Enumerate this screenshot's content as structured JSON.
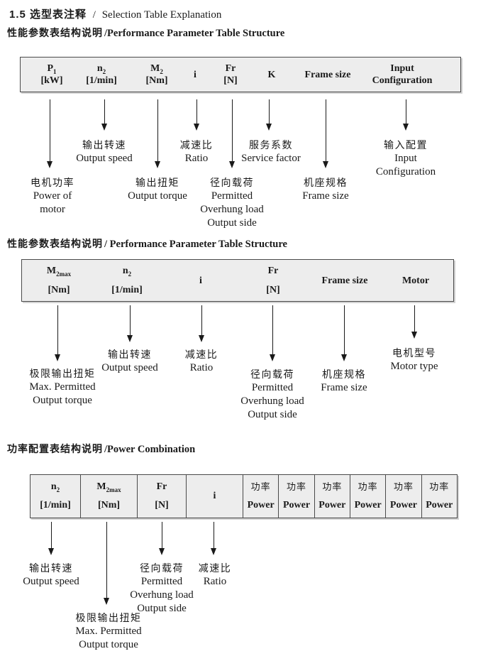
{
  "title": {
    "zh": "1.5 选型表注释",
    "sep": "/",
    "en": "Selection Table Explanation"
  },
  "sections": [
    {
      "heading_zh": "性能参数表结构说明",
      "heading_en": "/Performance Parameter Table Structure",
      "table": [
        {
          "sym": "P",
          "sub": "1",
          "unit": "[kW]"
        },
        {
          "sym": "n",
          "sub": "2",
          "unit": "[1/min]"
        },
        {
          "sym": "M",
          "sub": "2",
          "unit": "[Nm]"
        },
        {
          "sym": "i"
        },
        {
          "sym": "Fr",
          "unit": "[N]"
        },
        {
          "sym": "K"
        },
        {
          "sym": "Frame size"
        },
        {
          "sym": "Input",
          "unit": "Configuration"
        }
      ],
      "labels": [
        {
          "zh": "输出转速",
          "en1": "Output speed"
        },
        {
          "zh": "减速比",
          "en1": "Ratio"
        },
        {
          "zh": "服务系数",
          "en1": "Service factor"
        },
        {
          "zh": "输入配置",
          "en1": "Input",
          "en2": "Configuration"
        },
        {
          "zh": "电机功率",
          "en1": "Power of",
          "en2": "motor"
        },
        {
          "zh": "输出扭矩",
          "en1": "Output torque"
        },
        {
          "zh": "径向载荷",
          "en1": "Permitted",
          "en2": "Overhung load",
          "en3": "Output side"
        },
        {
          "zh": "机座规格",
          "en1": "Frame size"
        }
      ]
    },
    {
      "heading_zh": "性能参数表结构说明",
      "heading_en": "/ Performance Parameter Table Structure",
      "table": [
        {
          "sym": "M",
          "sub": "2max",
          "unit": "[Nm]"
        },
        {
          "sym": "n",
          "sub": "2",
          "unit": "[1/min]"
        },
        {
          "sym": "i"
        },
        {
          "sym": "Fr",
          "unit": "[N]"
        },
        {
          "sym": "Frame size"
        },
        {
          "sym": "Motor"
        }
      ],
      "labels": [
        {
          "zh": "输出转速",
          "en1": "Output speed"
        },
        {
          "zh": "减速比",
          "en1": "Ratio"
        },
        {
          "zh": "电机型号",
          "en1": "Motor type"
        },
        {
          "zh": "极限输出扭矩",
          "en1": "Max. Permitted",
          "en2": "Output torque"
        },
        {
          "zh": "径向载荷",
          "en1": "Permitted",
          "en2": "Overhung load",
          "en3": "Output side"
        },
        {
          "zh": "机座规格",
          "en1": "Frame size"
        }
      ]
    },
    {
      "heading_zh": "功率配置表结构说明",
      "heading_en": "/Power Combination",
      "table": [
        {
          "sym": "n",
          "sub": "2",
          "unit": "[1/min]"
        },
        {
          "sym": "M",
          "sub": "2max",
          "unit": "[Nm]"
        },
        {
          "sym": "Fr",
          "unit": "[N]"
        },
        {
          "sym": "i"
        },
        {
          "zh": "功率",
          "en": "Power"
        },
        {
          "zh": "功率",
          "en": "Power"
        },
        {
          "zh": "功率",
          "en": "Power"
        },
        {
          "zh": "功率",
          "en": "Power"
        },
        {
          "zh": "功率",
          "en": "Power"
        },
        {
          "zh": "功率",
          "en": "Power"
        }
      ],
      "labels": [
        {
          "zh": "输出转速",
          "en1": "Output speed"
        },
        {
          "zh": "径向载荷",
          "en1": "Permitted",
          "en2": "Overhung load",
          "en3": "Output side"
        },
        {
          "zh": "减速比",
          "en1": "Ratio"
        },
        {
          "zh": "极限输出扭矩",
          "en1": "Max. Permitted",
          "en2": "Output torque"
        }
      ]
    }
  ]
}
